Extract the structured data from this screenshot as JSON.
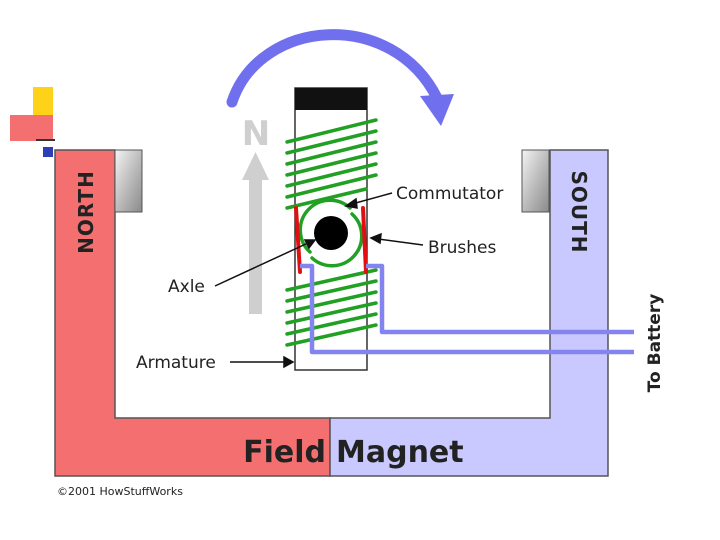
{
  "diagram": {
    "labels": {
      "north": "NORTH",
      "south": "SOUTH",
      "field": "Field",
      "magnet": "Magnet",
      "n_letter": "N",
      "commutator": "Commutator",
      "brushes": "Brushes",
      "axle": "Axle",
      "armature": "Armature",
      "battery": "To Battery",
      "copyright": "©2001 HowStuffWorks"
    },
    "colors": {
      "north": "#f47070",
      "south": "#c9c9ff",
      "coil": "#22a024",
      "brush": "#e01010",
      "wire": "#8484f0",
      "rotation_arrow": "#7070ee",
      "field_arrow": "#cfcfcf",
      "bullet_yellow": "#ffd21a",
      "bullet_red": "#f47070",
      "bullet_blue": "#2e3fb5"
    }
  }
}
